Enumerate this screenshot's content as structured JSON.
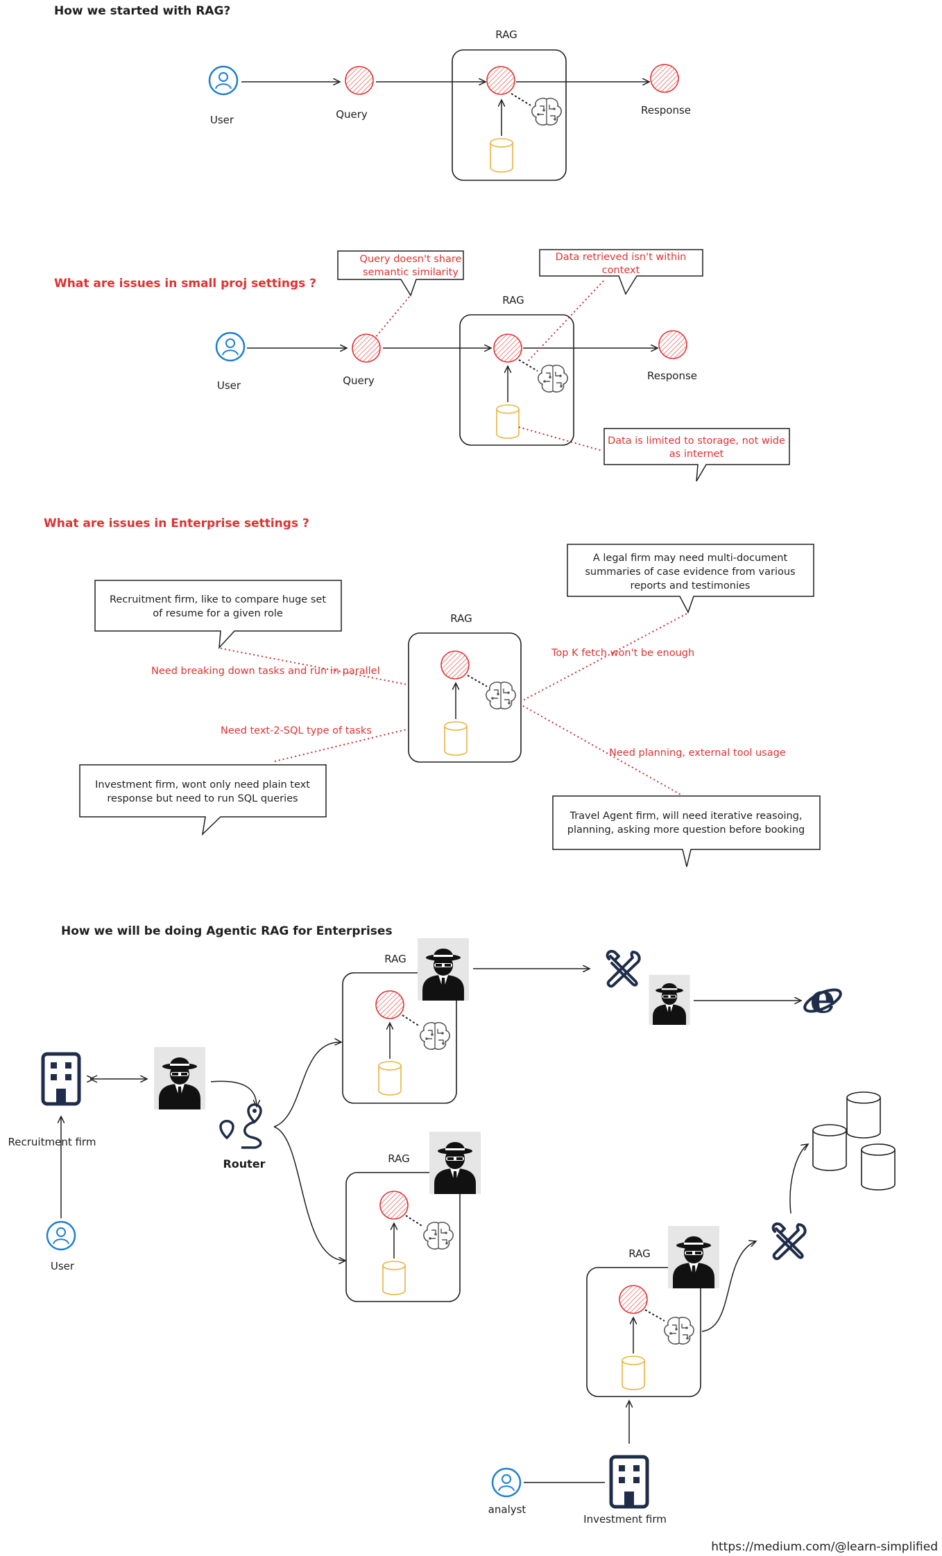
{
  "sections": {
    "s1": {
      "heading": "How we started with RAG?",
      "user_label": "User",
      "query_label": "Query",
      "rag_label": "RAG",
      "response_label": "Response"
    },
    "s2": {
      "heading": "What are issues in small proj settings ?",
      "user_label": "User",
      "query_label": "Query",
      "rag_label": "RAG",
      "response_label": "Response",
      "callout_query": [
        "Query doesn't share",
        "semantic similarity"
      ],
      "callout_context": [
        "Data retrieved isn't within",
        "context"
      ],
      "callout_storage": [
        "Data is limited to storage, not wide",
        "as internet"
      ]
    },
    "s3": {
      "heading": "What are issues in Enterprise settings ?",
      "rag_label": "RAG",
      "callout_recruit": [
        "Recruitment firm, like to compare huge set",
        "of resume for a given role"
      ],
      "callout_invest": [
        "Investment firm, wont only need plain text",
        "response but need to run SQL queries"
      ],
      "callout_legal": [
        "A legal firm may need multi-document",
        "summaries of case evidence from various",
        "reports and testimonies"
      ],
      "callout_travel": [
        "Travel Agent firm, will need iterative reasoing,",
        "planning, asking more question before booking"
      ],
      "note_parallel": "Need breaking down tasks and run in parallel",
      "note_sql": "Need text-2-SQL type of tasks",
      "note_topk": "Top K fetch won't be enough",
      "note_planning": "Need planning, external tool usage"
    },
    "s4": {
      "heading": "How we will be doing Agentic RAG for Enterprises",
      "recruitment_label": "Recruitment firm",
      "user_label": "User",
      "router_label": "Router",
      "rag_top_label": "RAG",
      "rag_mid_label": "RAG",
      "rag_bottom_label": "RAG",
      "analyst_label": "analyst",
      "investment_label": "Investment firm"
    }
  },
  "footer": {
    "link": "https://medium.com/@learn-simplified"
  },
  "colors": {
    "red": "#e03131",
    "blue": "#1c7ed6",
    "navy": "#1f2d4a",
    "yellow": "#e8b340",
    "ink": "#1e1e1e"
  },
  "icons": [
    "user-icon",
    "query-node-icon",
    "brain-icon",
    "database-icon",
    "agent-spy-icon",
    "building-icon",
    "router-icon",
    "tools-icon",
    "internet-explorer-icon"
  ]
}
